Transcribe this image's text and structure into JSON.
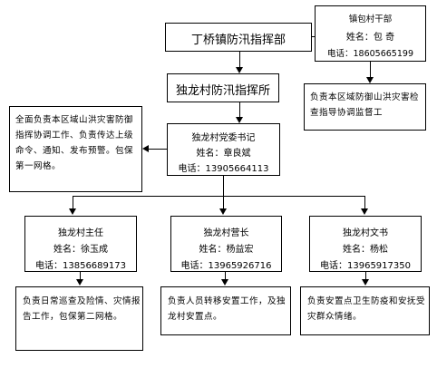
{
  "hq": {
    "title": "丁桥镇防汛指挥部"
  },
  "township_cadre": {
    "title": "镇包村干部",
    "name": "姓名：包  奇",
    "phone": "电话：18605665199"
  },
  "township_duty": "负责本区域防御山洪灾害检查指导协调监督工",
  "village_hq": {
    "title": "独龙村防汛指挥所"
  },
  "secretary_duty": "全面负责本区域山洪灾害防御指挥协调工作、负责传达上级命令、通知、发布预警。包保第一网格。",
  "secretary": {
    "title": "独龙村党委书记",
    "name": "姓名：章良斌",
    "phone": "电话：13905664113"
  },
  "director": {
    "title": "独龙村主任",
    "name": "姓名：徐玉成",
    "phone": "电话：13856689173",
    "duty": "负责日常巡查及险情、灾情报告工作，包保第二网格。"
  },
  "group_leader": {
    "title": "独龙村营长",
    "name": "姓名：杨益宏",
    "phone": "电话：13965926716",
    "duty": "负责人员转移安置工作，及独龙村安置点。"
  },
  "clerk": {
    "title": "独龙村文书",
    "name": "姓名：杨松",
    "phone": "电话：13965917350",
    "duty": "负责安置点卫生防疫和安抚受灾群众情绪。"
  }
}
